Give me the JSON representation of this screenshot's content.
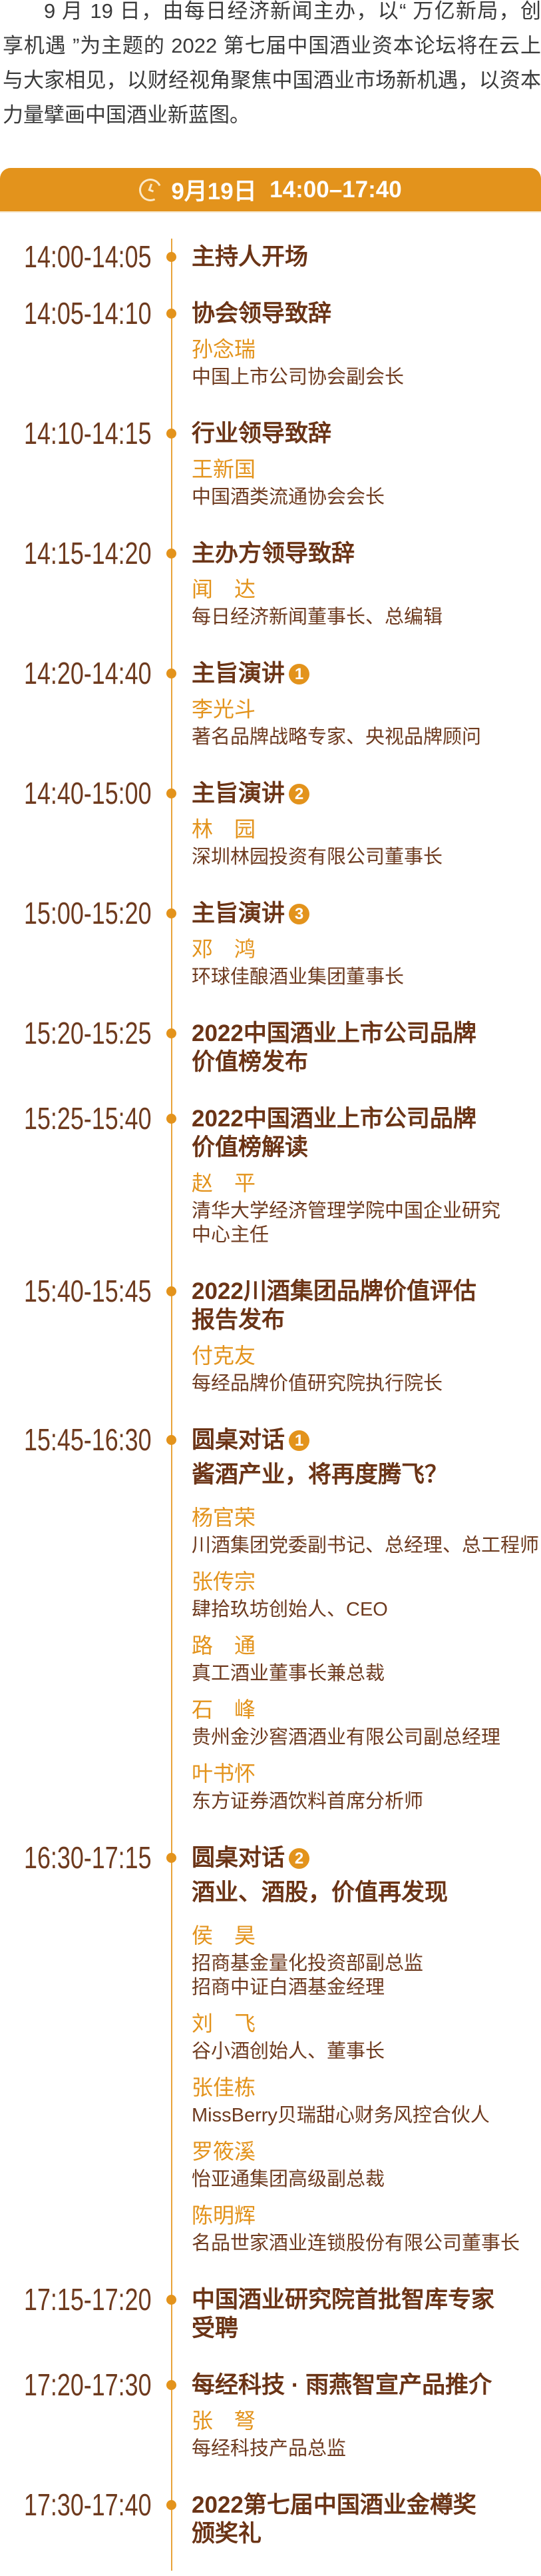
{
  "intro": "9 月 19 日，由每日经济新闻主办，以“ 万亿新局，创享机遇 ”为主题的 2022 第七届中国酒业资本论坛将在云上与大家相见，以财经视角聚焦中国酒业市场新机遇，以资本力量擘画中国酒业新蓝图。",
  "header": {
    "date": "9月19日",
    "time_range": "14:00–17:40",
    "icon": "clock-icon"
  },
  "colors": {
    "accent": "#E3931C",
    "title": "#6B3416",
    "text": "#6E3A1E"
  },
  "schedule": [
    {
      "time": "14:00-14:05",
      "title": [
        "主持人开场"
      ],
      "speakers": []
    },
    {
      "time": "14:05-14:10",
      "title": [
        "协会领导致辞"
      ],
      "speakers": [
        {
          "name": "孙念瑞",
          "desc": [
            "中国上市公司协会副会长"
          ]
        }
      ]
    },
    {
      "time": "14:10-14:15",
      "title": [
        "行业领导致辞"
      ],
      "speakers": [
        {
          "name": "王新国",
          "desc": [
            "中国酒类流通协会会长"
          ]
        }
      ]
    },
    {
      "time": "14:15-14:20",
      "title": [
        "主办方领导致辞"
      ],
      "speakers": [
        {
          "name": "闻　达",
          "desc": [
            "每日经济新闻董事长、总编辑"
          ]
        }
      ]
    },
    {
      "time": "14:20-14:40",
      "title": [
        "主旨演讲"
      ],
      "badge": "1",
      "speakers": [
        {
          "name": "李光斗",
          "desc": [
            "著名品牌战略专家、央视品牌顾问"
          ]
        }
      ]
    },
    {
      "time": "14:40-15:00",
      "title": [
        "主旨演讲"
      ],
      "badge": "2",
      "speakers": [
        {
          "name": "林　园",
          "desc": [
            "深圳林园投资有限公司董事长"
          ]
        }
      ]
    },
    {
      "time": "15:00-15:20",
      "title": [
        "主旨演讲"
      ],
      "badge": "3",
      "speakers": [
        {
          "name": "邓　鸿",
          "desc": [
            "环球佳酿酒业集团董事长"
          ]
        }
      ]
    },
    {
      "time": "15:20-15:25",
      "title": [
        "2022中国酒业上市公司品牌",
        "价值榜发布"
      ],
      "speakers": []
    },
    {
      "time": "15:25-15:40",
      "title": [
        "2022中国酒业上市公司品牌",
        "价值榜解读"
      ],
      "speakers": [
        {
          "name": "赵　平",
          "desc": [
            "清华大学经济管理学院中国企业研究",
            "中心主任"
          ]
        }
      ]
    },
    {
      "time": "15:40-15:45",
      "title": [
        "2022川酒集团品牌价值评估",
        "报告发布"
      ],
      "speakers": [
        {
          "name": "付克友",
          "desc": [
            "每经品牌价值研究院执行院长"
          ]
        }
      ]
    },
    {
      "time": "15:45-16:30",
      "title": [
        "圆桌对话"
      ],
      "badge": "1",
      "subtitle": "酱酒产业，将再度腾飞？",
      "speakers": [
        {
          "name": "杨官荣",
          "desc": [
            "川酒集团党委副书记、总经理、总工程师"
          ]
        },
        {
          "name": "张传宗",
          "desc": [
            "肆拾玖坊创始人、CEO"
          ]
        },
        {
          "name": "路　通",
          "desc": [
            "真工酒业董事长兼总裁"
          ]
        },
        {
          "name": "石　峰",
          "desc": [
            "贵州金沙窖酒酒业有限公司副总经理"
          ]
        },
        {
          "name": "叶书怀",
          "desc": [
            "东方证券酒饮料首席分析师"
          ]
        }
      ]
    },
    {
      "time": "16:30-17:15",
      "title": [
        "圆桌对话"
      ],
      "badge": "2",
      "subtitle": "酒业、酒股，价值再发现",
      "speakers": [
        {
          "name": "侯　昊",
          "desc": [
            "招商基金量化投资部副总监",
            "招商中证白酒基金经理"
          ]
        },
        {
          "name": "刘　飞",
          "desc": [
            "谷小酒创始人、董事长"
          ]
        },
        {
          "name": "张佳栋",
          "desc": [
            "MissBerry贝瑞甜心财务风控合伙人"
          ]
        },
        {
          "name": "罗筱溪",
          "desc": [
            "怡亚通集团高级副总裁"
          ]
        },
        {
          "name": "陈明辉",
          "desc": [
            "名品世家酒业连锁股份有限公司董事长"
          ]
        }
      ]
    },
    {
      "time": "17:15-17:20",
      "title": [
        "中国酒业研究院首批智库专家",
        "受聘"
      ],
      "speakers": []
    },
    {
      "time": "17:20-17:30",
      "title": [
        "每经科技 · 雨燕智宣产品推介"
      ],
      "speakers": [
        {
          "name": "张　弩",
          "desc": [
            "每经科技产品总监"
          ]
        }
      ]
    },
    {
      "time": "17:30-17:40",
      "title": [
        "2022第七届中国酒业金樽奖",
        "颁奖礼"
      ],
      "speakers": []
    }
  ]
}
